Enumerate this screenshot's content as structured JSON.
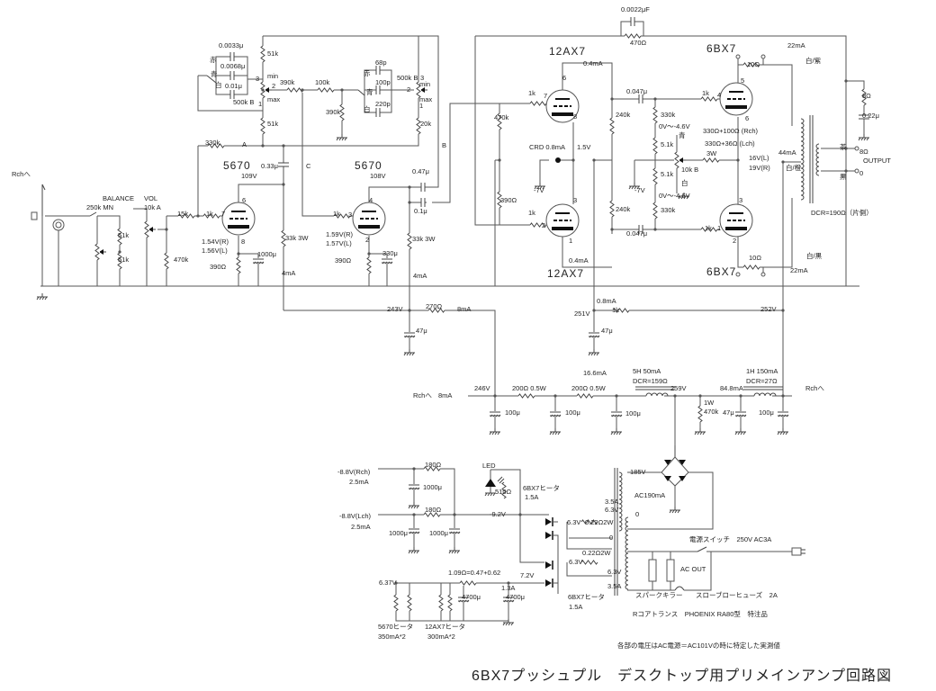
{
  "title": "6BX7プッシュプル　デスクトップ用プリメインアンプ回路図",
  "note": "各部の電圧はAC電源＝AC101Vの時に特定した実測値",
  "colors": {
    "line": "#555555",
    "text": "#222222",
    "background": "#ffffff"
  },
  "labels": {
    "c0033": "0.0033μ",
    "aka1": "赤",
    "c0068": "0.0068μ",
    "ao1": "青",
    "shiro1": "白",
    "c001": "0.01μ",
    "r500kB1": "500k B",
    "pin1a": "1",
    "max1": "max",
    "pin3a": "3",
    "min1": "min",
    "pin2a": "2",
    "r51k_a": "51k",
    "r51k_b": "51k",
    "r390k_a": "390k",
    "r100k": "100k",
    "r390k_b": "390k",
    "c68p": "68p",
    "aka2": "赤",
    "c100p": "100p",
    "ao2": "青",
    "shiro2": "白",
    "c220p": "220p",
    "r500kB2": "500k B",
    "pin3b": "3",
    "min2": "min",
    "pin2b": "2",
    "max2": "max",
    "pin1b": "1",
    "r20k": "20k",
    "labelB": "B",
    "labelA": "A",
    "labelC": "C",
    "r330k": "330k",
    "tube5670a": "5670",
    "c033": "0.33μ",
    "v109": "109V",
    "tube5670b": "5670",
    "v108": "108V",
    "c047u": "0.47μ",
    "c01u": "0.1μ",
    "rch1": "Rchへ",
    "balance": "BALANCE",
    "bal_val": "250k MN",
    "vol": "VOL",
    "vol_val": "10k A",
    "r51k_c": "51k",
    "r51k_d": "51k",
    "r470k_a": "470k",
    "r15k": "15k",
    "r1k_a": "1k",
    "pin7a": "7",
    "pin6a": "6",
    "pin8a": "8",
    "v154": "1.54V(R)",
    "v156": "1.56V(L)",
    "r390a": "390Ω",
    "c1000a": "1000μ",
    "r33k_a": "33k 3W",
    "i4mA_a": "4mA",
    "r1k_b": "1k",
    "pin3c": "3",
    "pin4": "4",
    "pin2c": "2",
    "v159": "1.59V(R)",
    "v157": "1.57V(L)",
    "r390b": "390Ω",
    "c330": "330μ",
    "r33k_b": "33k 3W",
    "i4mA_b": "4mA",
    "c0022": "0.0022μF",
    "r470": "470Ω",
    "t12ax7a": "12AX7",
    "i04a": "0.4mA",
    "pin6b": "6",
    "r1k_c": "1k",
    "pin7b": "7",
    "pin8b": "8",
    "r470k_b": "470k",
    "r240k_a": "240k",
    "c0047a": "0.047μ",
    "crd": "CRD 0.8mA",
    "v15": "1.5V",
    "m7a": "-7V",
    "r390c": "390Ω",
    "r1k_d": "1k",
    "pin2d": "2",
    "pin3d": "3",
    "pin1d": "1",
    "i04b": "0.4mA",
    "t12ax7b": "12AX7",
    "r240k_b": "240k",
    "c0047b": "0.047μ",
    "r330k_a": "330k",
    "v046a": "0V〜-4.6V",
    "ao3": "青",
    "r51k1": "5.1k",
    "r51k2": "5.1k",
    "m7b": "-7V",
    "r10kB": "10k B",
    "shiro3": "白",
    "v046b": "0V〜-4.6V",
    "r330k_b": "330k",
    "t6bx7a": "6BX7",
    "r10a": "10Ω",
    "i22a": "22mA",
    "wp": "白/紫",
    "pin5": "5",
    "r1k_e": "1k",
    "pin4b": "4",
    "pin6c": "6",
    "r330a": "330Ω+100Ω (Rch)",
    "r330b": "330Ω+36Ω (Lch)",
    "w3": "3W",
    "v16": "16V(L)",
    "v19": "19V(R)",
    "i44": "44mA",
    "wo": "白/橙",
    "pin3e": "3",
    "r1k_f": "1k",
    "pin1e": "1",
    "pin2e": "2",
    "r10b": "10Ω",
    "wb": "白/黒",
    "t6bx7b": "6BX7",
    "i22b": "22mA",
    "r8": "8Ω",
    "c022": "0.22μ",
    "cha": "茶",
    "o8": "8Ω",
    "output": "OUTPUT",
    "kuro": "黒",
    "o0": "0",
    "dcr190": "DCR=190Ω（片側）",
    "v243": "243V",
    "r270": "270Ω",
    "i8a": "8mA",
    "c47a": "47μ",
    "i08": "0.8mA",
    "v251": "251V",
    "r1k_g": "1k",
    "v252": "252V",
    "c47b": "47μ",
    "rch2": "Rchへ",
    "i8b": "8mA",
    "v246": "246V",
    "r200a": "200Ω 0.5W",
    "r200b": "200Ω 0.5W",
    "i166": "16.6mA",
    "ch5h": "5H 50mA",
    "dcr159": "DCR=159Ω",
    "v259": "259V",
    "r1w": "1W",
    "r470k_c": "470k",
    "i848": "84.8mA",
    "c47c": "47μ",
    "ch1h": "1H 150mA",
    "dcr27": "DCR=27Ω",
    "rch3": "Rchへ",
    "c100a": "100μ",
    "c100b": "100μ",
    "c100c": "100μ",
    "c100d": "100μ",
    "v88r": "-8.8V(Rch)",
    "i25a": "2.5mA",
    "r180a": "180Ω",
    "c1000b": "1000μ",
    "led": "LED",
    "r510": "510Ω",
    "h6bx7a": "6BX7ヒータ",
    "h15a": "1.5A",
    "v88l": "-8.8V(Lch)",
    "i25b": "2.5mA",
    "r180b": "180Ω",
    "c1000c": "1000μ",
    "c1000d": "1000μ",
    "v92": "-9.2V",
    "v63a": "6.3V",
    "r022a": "0.22Ω2W",
    "zero1": "0",
    "r022b": "0.22Ω2W",
    "v63b": "6.3V",
    "r109": "1.09Ω=0.47+0.62",
    "v72": "7.2V",
    "v637": "6.37V",
    "i13a": "1.3A",
    "c4700a": "4700μ",
    "c4700b": "4700μ",
    "h6bx7b": "6BX7ヒータ",
    "h15b": "1.5A",
    "h5670": "5670ヒータ",
    "h5670i": "350mA*2",
    "h12ax7": "12AX7ヒータ",
    "h12ax7i": "300mA*2",
    "v185": "185V",
    "ac190": "AC190mA",
    "a35a": "3.5A",
    "v63c": "6.3V",
    "zero2": "0",
    "v63d": "6.3V",
    "a35b": "3.5A",
    "sw": "電源スイッチ　250V AC3A",
    "acout": "AC OUT",
    "spark": "スパークキラー",
    "fuse": "スローブローヒューズ　2A",
    "trans": "Rコアトランス　PHOENIX RA80型　特注品"
  }
}
